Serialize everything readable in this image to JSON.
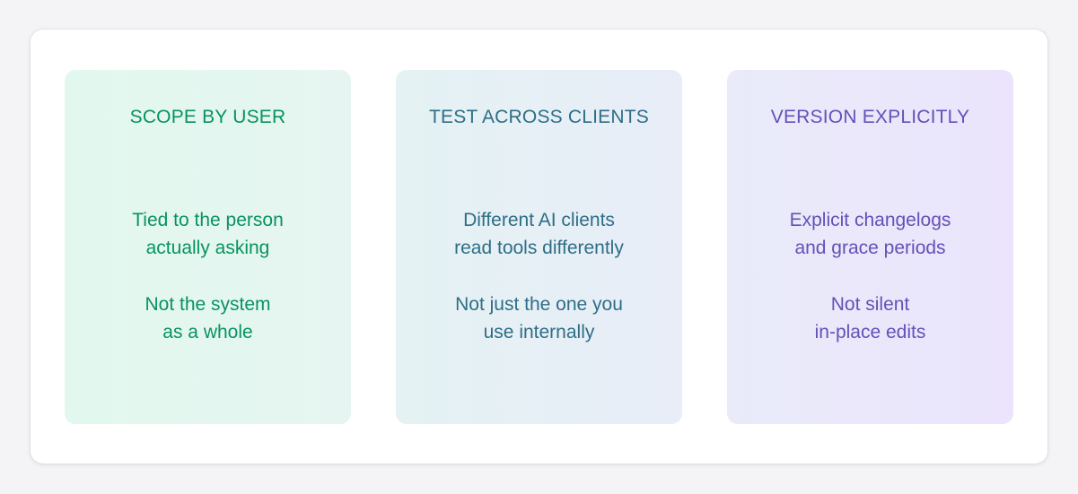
{
  "cards": [
    {
      "title": "SCOPE BY USER",
      "primary": [
        "Tied to the person",
        "actually asking"
      ],
      "secondary": [
        "Not the system",
        "as a whole"
      ],
      "text_color": "#08935f",
      "bg_from": "#e2f8ee",
      "bg_to": "#e6f5f1"
    },
    {
      "title": "TEST ACROSS CLIENTS",
      "primary": [
        "Different AI clients",
        "read tools differently"
      ],
      "secondary": [
        "Not just the one you",
        "use internally"
      ],
      "text_color": "#2e6e86",
      "bg_from": "#e4f2f3",
      "bg_to": "#e8edf8"
    },
    {
      "title": "VERSION EXPLICITLY",
      "primary": [
        "Explicit changelogs",
        "and grace periods"
      ],
      "secondary": [
        "Not silent",
        "in-place edits"
      ],
      "text_color": "#6550b8",
      "bg_from": "#e9ebf9",
      "bg_to": "#ebe4fc"
    }
  ]
}
